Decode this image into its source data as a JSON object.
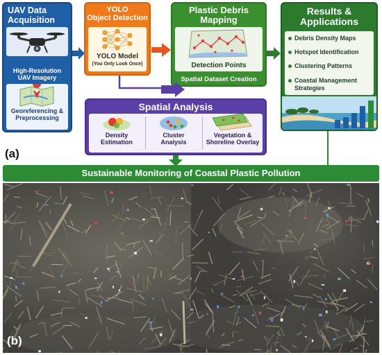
{
  "panel_a_label": "(a)",
  "panel_b_label": "(b)",
  "uav": {
    "title_line1": "UAV Data",
    "title_line2": "Acquisition",
    "icon": "drone-icon",
    "imagery_label_line1": "High-Resolution",
    "imagery_label_line2": "UAV Imagery",
    "georef_label_line1": "Georeferencing &",
    "georef_label_line2": "Preprocessing",
    "color": "#1f5fa8"
  },
  "yolo": {
    "title_line1": "YOLO",
    "title_line2": "Object Detection",
    "model_label": "YOLO Model",
    "model_sub": "(You Only Look Once)",
    "icon": "neural-network-icon",
    "color": "#f07a1a"
  },
  "plastic": {
    "title_line1": "Plastic Debris",
    "title_line2": "Mapping",
    "detection_label": "Detection Points",
    "dataset_label": "Spatial Dataset Creation",
    "icon": "detection-map-icon",
    "color": "#3a8f2e"
  },
  "results": {
    "title_line1": "Results &",
    "title_line2": "Applications",
    "items": [
      "Debris Density Maps",
      "Hotspot Identification",
      "Clustering Patterns",
      "Coastal Management",
      "Strategies"
    ],
    "color": "#2b7a2e"
  },
  "spatial": {
    "title": "Spatial Analysis",
    "cells": [
      {
        "line1": "Density",
        "line2": "Estimation",
        "icon": "density-icon"
      },
      {
        "line1": "Cluster",
        "line2": "Analysis",
        "icon": "cluster-icon"
      },
      {
        "line1": "Vegetation &",
        "line2": "Shoreline Overlay",
        "icon": "overlay-map-icon"
      }
    ],
    "color": "#5a3fa6"
  },
  "banner": {
    "text": "Sustainable Monitoring of Coastal Plastic Pollution",
    "color": "#2e8b35"
  }
}
